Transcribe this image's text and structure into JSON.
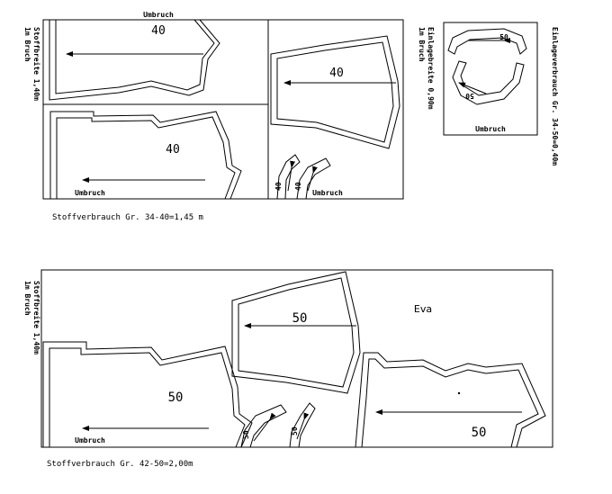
{
  "layout_top": {
    "fold_label": "Umbruch",
    "fabric_width_label": "Stoffbreite 1,40m",
    "fold_side_label": "1m Bruch",
    "size_labels": [
      "40",
      "40",
      "40",
      "40",
      "40"
    ],
    "bottom_fold_label_1": "Umbruch",
    "bottom_fold_label_2": "Umbruch",
    "consumption": "Stoffverbrauch Gr. 34-40=1,45 m"
  },
  "interfacing": {
    "width_label": "Einlagebreite 0,90m",
    "fold_side_label": "1m Bruch",
    "consumption_label": "Einlageverbrauch Gr. 34-50=0,40m",
    "size_label_top": "50",
    "size_label_bottom": "50",
    "fold_label": "Umbruch"
  },
  "layout_bottom": {
    "fabric_width_label": "Stoffbreite 1,40m",
    "fold_side_label": "1m Bruch",
    "brand": "Eva",
    "size_labels": [
      "50",
      "50",
      "50",
      "50",
      "50"
    ],
    "fold_label": "Umbruch",
    "consumption": "Stoffverbrauch Gr. 42-50=2,00m"
  }
}
